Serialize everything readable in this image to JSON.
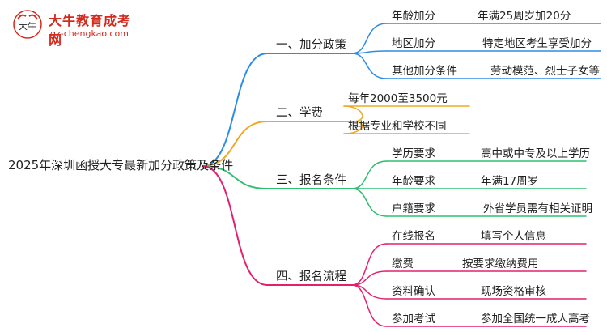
{
  "logo": {
    "name": "大牛教育成考网",
    "url": "gz-chengkao.com",
    "mark_text": "大牛"
  },
  "root": {
    "title": "2025年深圳函授大专最新加分政策及条件"
  },
  "colors": {
    "policy": "#2d8ce6",
    "fees": "#f0a820",
    "conditions": "#2fbf71",
    "process": "#e3206e",
    "logo": "#d42a1e"
  },
  "branches": [
    {
      "label": "一、加分政策",
      "color_key": "policy",
      "children": [
        {
          "key": "年龄加分",
          "value": "年满25周岁加20分"
        },
        {
          "key": "地区加分",
          "value": "特定地区考生享受加分"
        },
        {
          "key": "其他加分条件",
          "value": "劳动模范、烈士子女等"
        }
      ]
    },
    {
      "label": "二、学费",
      "color_key": "fees",
      "children": [
        {
          "key": "每年2000至3500元",
          "value": ""
        },
        {
          "key": "根据专业和学校不同",
          "value": ""
        }
      ]
    },
    {
      "label": "三、报名条件",
      "color_key": "conditions",
      "children": [
        {
          "key": "学历要求",
          "value": "高中或中专及以上学历"
        },
        {
          "key": "年龄要求",
          "value": "年满17周岁"
        },
        {
          "key": "户籍要求",
          "value": "外省学员需有相关证明"
        }
      ]
    },
    {
      "label": "四、报名流程",
      "color_key": "process",
      "children": [
        {
          "key": "在线报名",
          "value": "填写个人信息"
        },
        {
          "key": "缴费",
          "value": "按要求缴纳费用"
        },
        {
          "key": "资料确认",
          "value": "现场资格审核"
        },
        {
          "key": "参加考试",
          "value": "参加全国统一成人高考"
        }
      ]
    }
  ]
}
